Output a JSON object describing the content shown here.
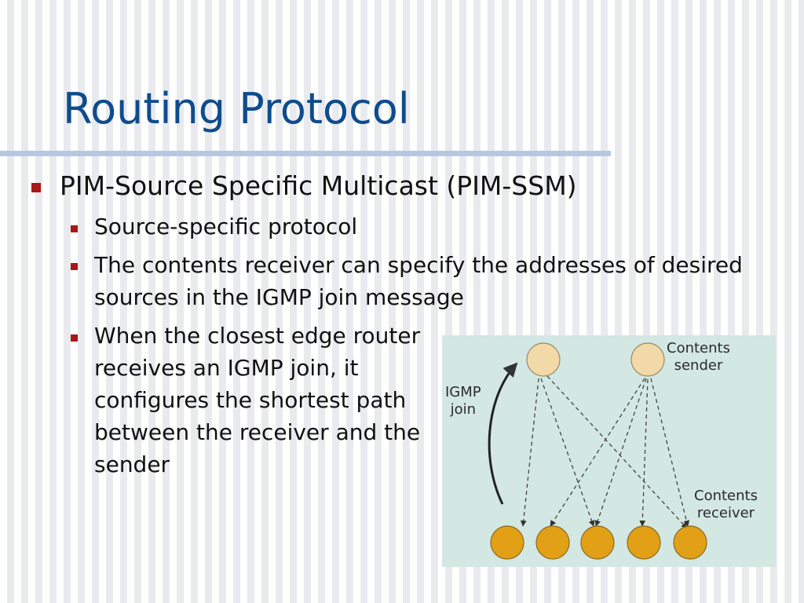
{
  "slide": {
    "title": "Routing Protocol",
    "bullet": "PIM-Source Specific Multicast (PIM-SSM)",
    "subbullets": [
      "Source-specific protocol",
      "The contents receiver can specify the addresses of desired sources in the IGMP join message",
      "When the closest edge router receives an IGMP join, it configures the shortest path between the receiver and the sender"
    ]
  },
  "diagram": {
    "sender_label_line1": "Contents",
    "sender_label_line2": "sender",
    "receiver_label_line1": "Contents",
    "receiver_label_line2": "receiver",
    "igmp_label_line1": "IGMP",
    "igmp_label_line2": "join",
    "colors": {
      "background": "#d3e7e3",
      "sender_fill": "#f2d9a8",
      "receiver_fill": "#e2a017",
      "bullet": "#aa1717",
      "title": "#0f4c8c"
    }
  }
}
